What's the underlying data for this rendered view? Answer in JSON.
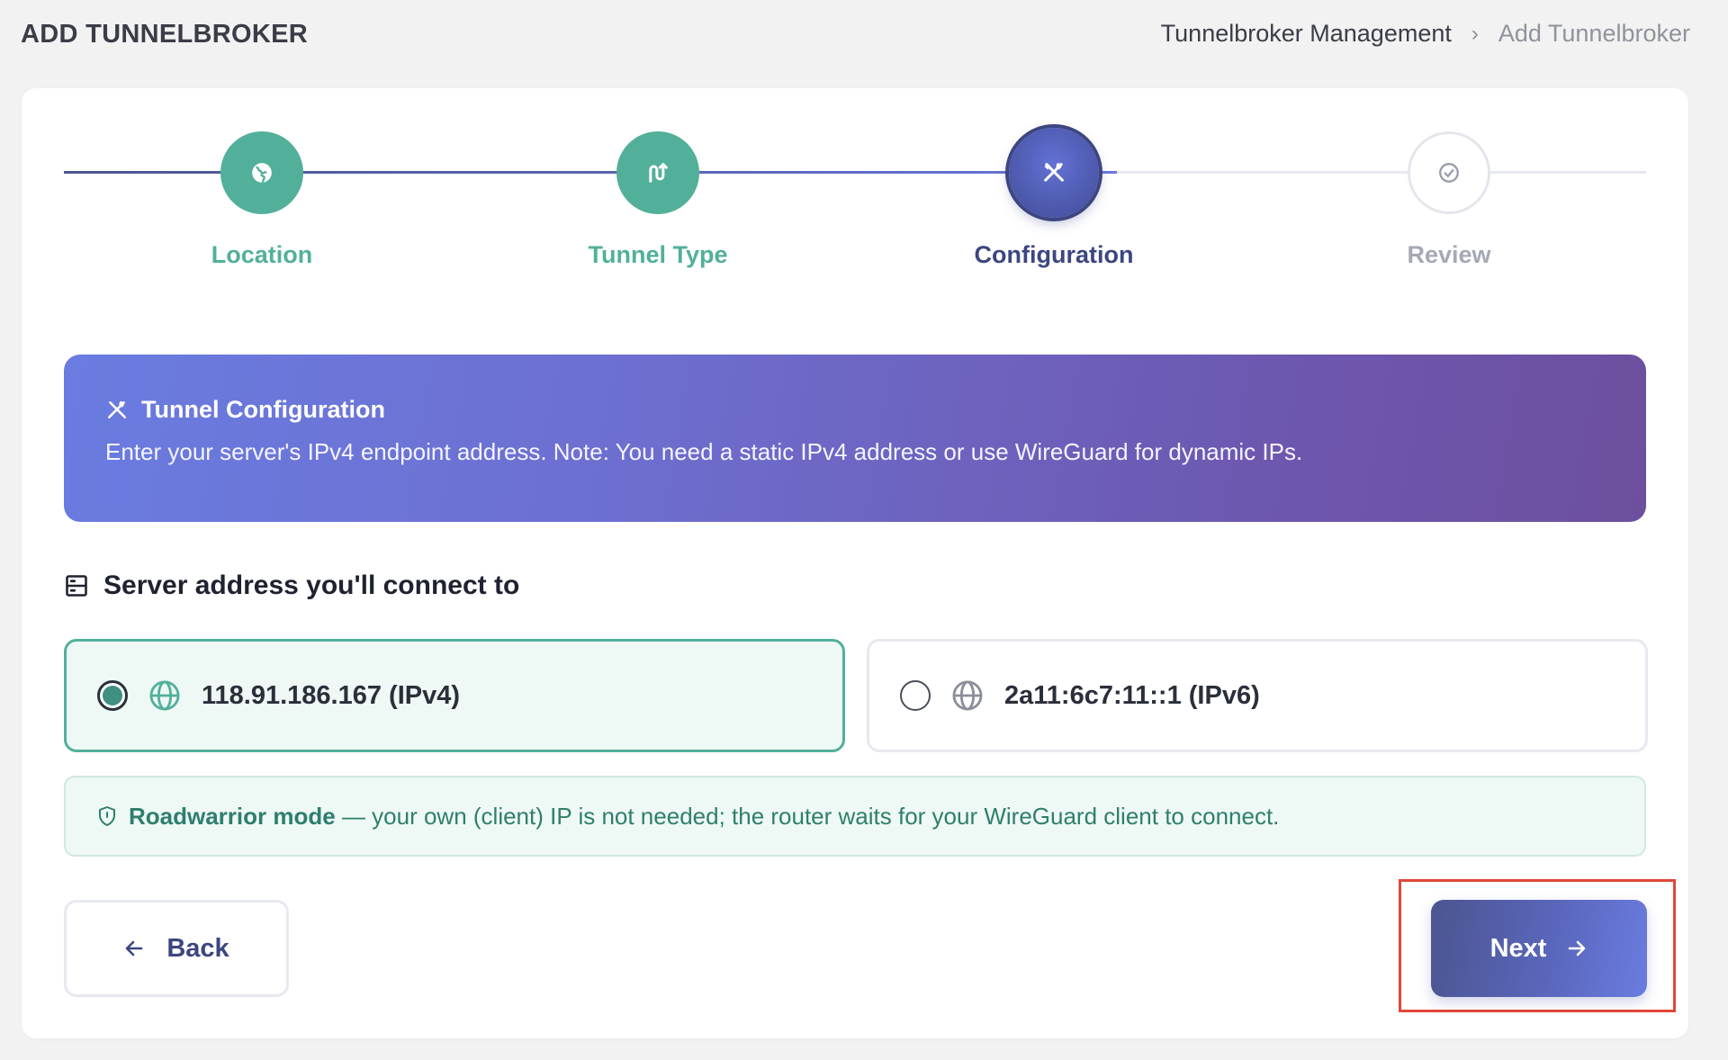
{
  "header": {
    "page_title": "ADD TUNNELBROKER",
    "breadcrumb": {
      "parent": "Tunnelbroker Management",
      "separator": "›",
      "current": "Add Tunnelbroker"
    }
  },
  "stepper": {
    "steps": [
      {
        "label": "Location",
        "state": "done",
        "icon": "globe-icon"
      },
      {
        "label": "Tunnel Type",
        "state": "done",
        "icon": "route-icon"
      },
      {
        "label": "Configuration",
        "state": "active",
        "icon": "tools-icon"
      },
      {
        "label": "Review",
        "state": "todo",
        "icon": "check-circle-icon"
      }
    ]
  },
  "banner": {
    "icon": "tools-icon",
    "title": "Tunnel Configuration",
    "text": "Enter your server's IPv4 endpoint address. Note: You need a static IPv4 address or use WireGuard for dynamic IPs."
  },
  "server_section": {
    "icon": "server-icon",
    "title": "Server address you'll connect to",
    "options": [
      {
        "label": "118.91.186.167 (IPv4)",
        "selected": true,
        "icon": "globe-icon"
      },
      {
        "label": "2a11:6c7:11::1 (IPv6)",
        "selected": false,
        "icon": "globe-icon"
      }
    ]
  },
  "notice": {
    "icon": "shield-icon",
    "strong": "Roadwarrior mode",
    "text": " — your own (client) IP is not needed; the router waits for your WireGuard client to connect."
  },
  "actions": {
    "back_label": "Back",
    "next_label": "Next"
  },
  "colors": {
    "accent_green": "#52b09a",
    "accent_indigo": "#3c4680",
    "highlight": "#e0473a"
  }
}
